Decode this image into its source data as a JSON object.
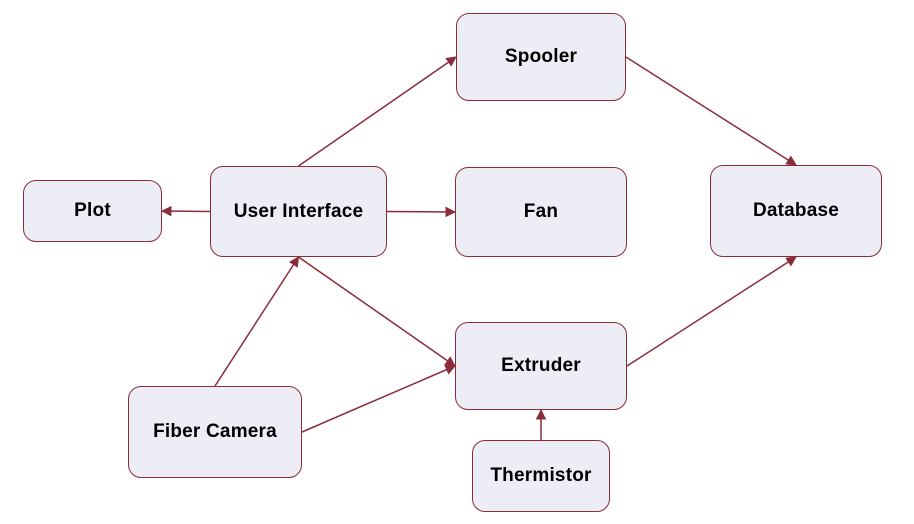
{
  "colors": {
    "node_fill": "#ecedf5",
    "node_border": "#8b2c3b",
    "edge_line": "#8b2c3b",
    "text": "#000000",
    "background": "#ffffff"
  },
  "nodes": {
    "spooler": {
      "label": "Spooler"
    },
    "plot": {
      "label": "Plot"
    },
    "user_interface": {
      "label": "User Interface"
    },
    "fan": {
      "label": "Fan"
    },
    "database": {
      "label": "Database"
    },
    "extruder": {
      "label": "Extruder"
    },
    "fiber_camera": {
      "label": "Fiber Camera"
    },
    "thermistor": {
      "label": "Thermistor"
    }
  },
  "edges": [
    {
      "from": "user_interface",
      "to": "spooler",
      "from_side": "top",
      "to_side": "left"
    },
    {
      "from": "user_interface",
      "to": "plot",
      "from_side": "left",
      "to_side": "right"
    },
    {
      "from": "user_interface",
      "to": "fan",
      "from_side": "right",
      "to_side": "left"
    },
    {
      "from": "user_interface",
      "to": "extruder",
      "from_side": "bottom",
      "to_side": "left"
    },
    {
      "from": "fiber_camera",
      "to": "user_interface",
      "from_side": "top",
      "to_side": "bottom"
    },
    {
      "from": "fiber_camera",
      "to": "extruder",
      "from_side": "right",
      "to_side": "left"
    },
    {
      "from": "thermistor",
      "to": "extruder",
      "from_side": "top",
      "to_side": "bottom"
    },
    {
      "from": "spooler",
      "to": "database",
      "from_side": "right",
      "to_side": "top"
    },
    {
      "from": "extruder",
      "to": "database",
      "from_side": "right",
      "to_side": "bottom"
    }
  ]
}
